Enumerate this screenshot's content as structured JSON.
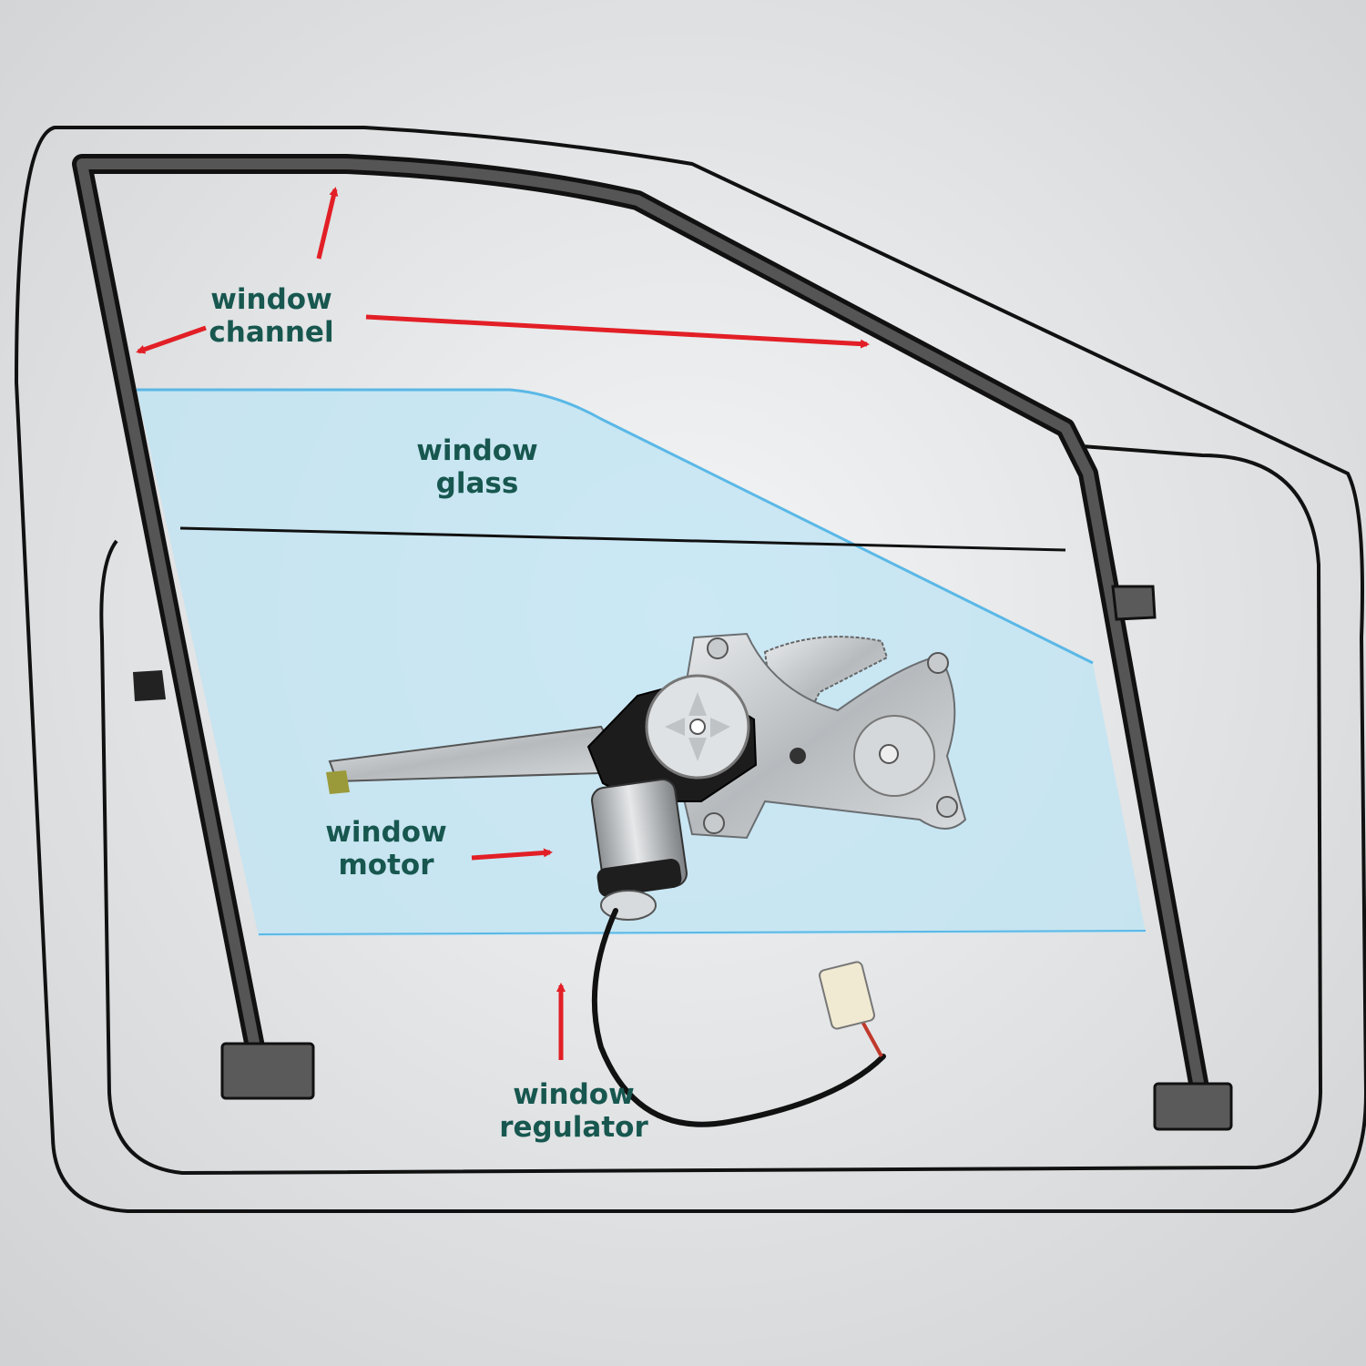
{
  "labels": {
    "channel": [
      "window",
      "channel"
    ],
    "glass": [
      "window",
      "glass"
    ],
    "motor": [
      "window",
      "motor"
    ],
    "regulator": [
      "window",
      "regulator"
    ]
  },
  "colors": {
    "label_text": "#17574f",
    "arrow": "#e21f26",
    "channel": "#3a3a3a",
    "glass_fill": "#bfe4f3",
    "glass_edge": "#5ab8e6",
    "outline": "#111111",
    "background": "#d9dadb"
  }
}
